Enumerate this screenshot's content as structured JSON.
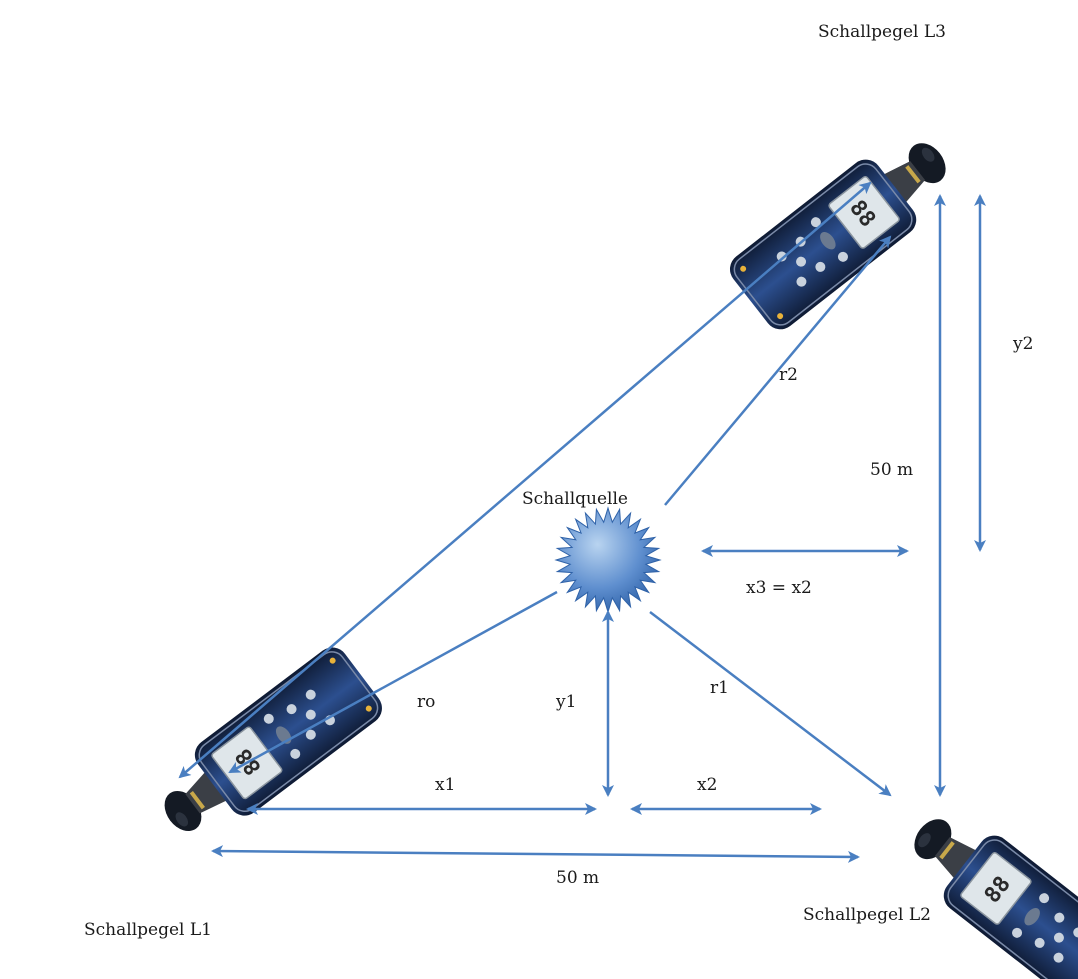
{
  "meters": {
    "l1": "Schallpegel L1",
    "l2": "Schallpegel L2",
    "l3": "Schallpegel L3"
  },
  "source": "Schallquelle",
  "labels": {
    "r0": "ro",
    "r1": "r1",
    "r2": "r2",
    "x1": "x1",
    "x2": "x2",
    "x3": "x3 = x2",
    "y1": "y1",
    "y2": "y2",
    "dist_bottom": "50 m",
    "dist_right": "50 m"
  },
  "meter_display": "88",
  "colors": {
    "arrow": "#4a7fc1",
    "meter_body": "#1f3a6e",
    "meter_dark": "#141a24",
    "meter_screen": "#dfe6ea",
    "source_light": "#b9d4f0",
    "source_dark": "#2f62a8"
  }
}
